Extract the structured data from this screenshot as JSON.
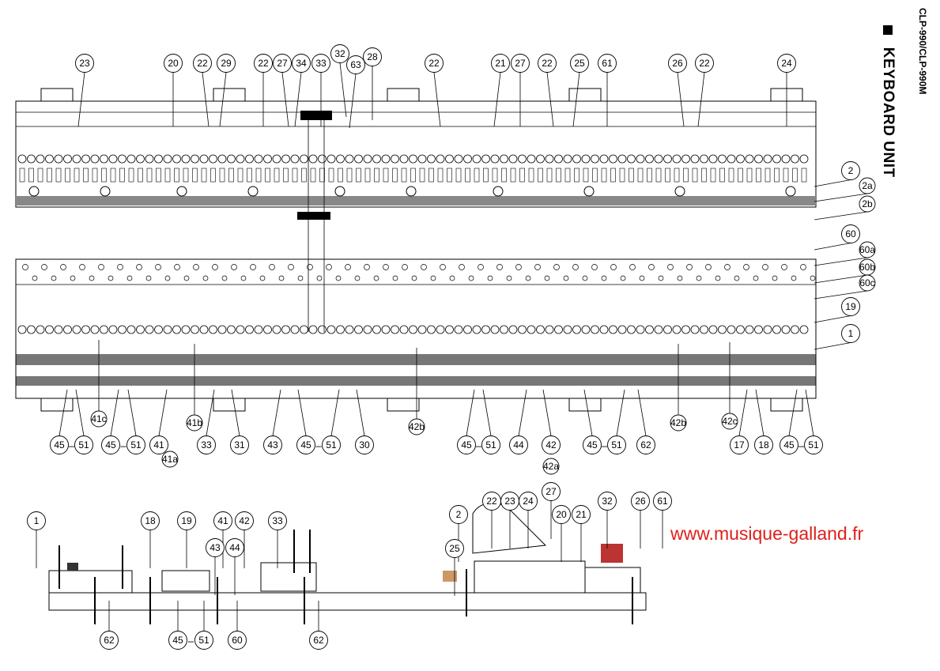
{
  "header": {
    "model": "CLP-990/CLP-990M",
    "section_title": "KEYBOARD UNIT"
  },
  "watermark": "www.musique-galland.fr",
  "callouts": {
    "top": [
      "23",
      "20",
      "22",
      "29",
      "22",
      "27",
      "34",
      "33",
      "32",
      "63",
      "28",
      "22",
      "21",
      "27",
      "22",
      "25",
      "61",
      "26",
      "22",
      "24"
    ],
    "right": [
      "2",
      "2a",
      "2b",
      "60",
      "60a",
      "60b",
      "60c",
      "19",
      "1"
    ],
    "middle": [
      "41c",
      "41b",
      "42b",
      "42b",
      "42c"
    ],
    "bottom": [
      "45",
      "51",
      "45",
      "51",
      "41",
      "41a",
      "33",
      "31",
      "43",
      "45",
      "51",
      "30",
      "45",
      "51",
      "44",
      "42",
      "42a",
      "45",
      "51",
      "62",
      "17",
      "18",
      "45",
      "51"
    ],
    "section_view": [
      "1",
      "18",
      "19",
      "41",
      "42",
      "33",
      "43",
      "44",
      "22",
      "23",
      "24",
      "27",
      "20",
      "21",
      "32",
      "26",
      "61",
      "2",
      "25",
      "62",
      "45",
      "51",
      "60",
      "62"
    ]
  },
  "range_separator": "–"
}
